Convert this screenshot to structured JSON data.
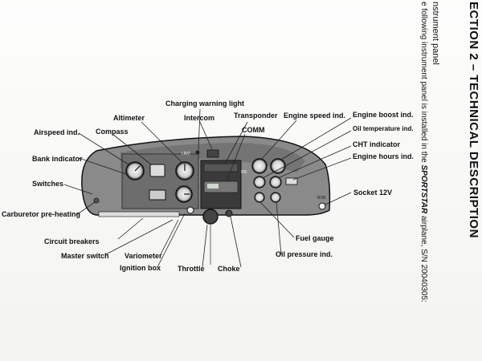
{
  "page": {
    "section_heading": "ECTION 2 – TECHNICAL DESCRIPTION",
    "subheading": "nstrument panel",
    "body_line_prefix": "e following instrument panel is installed in the ",
    "body_line_model": "SPORTSTAR",
    "body_line_suffix": " airplane, S/N 20040305:"
  },
  "panel_markings": {
    "marking_1": "LR/2",
    "marking_2": "RS",
    "marking_3": "BOB"
  },
  "labels": {
    "charging_warning_light": "Charging warning light",
    "altimeter": "Altimeter",
    "intercom": "Intercom",
    "transponder": "Transponder",
    "compass": "Compass",
    "comm": "COMM",
    "airspeed": "Airspeed ind.",
    "engine_speed": "Engine speed ind.",
    "engine_boost": "Engine boost ind.",
    "oil_temperature": "Oil temperature ind.",
    "bank_indicator": "Bank indicator",
    "cht_indicator": "CHT indicator",
    "engine_hours": "Engine hours ind.",
    "switches": "Switches",
    "socket": "Socket 12V",
    "carburetor": "Carburetor pre-heating",
    "fuel_gauge": "Fuel gauge",
    "circuit_breakers": "Circuit breakers",
    "oil_pressure": "Oil pressure ind.",
    "master_switch": "Master switch",
    "variometer": "Variometer",
    "ignition_box": "Ignition box",
    "throttle": "Throttle",
    "choke": "Choke"
  }
}
